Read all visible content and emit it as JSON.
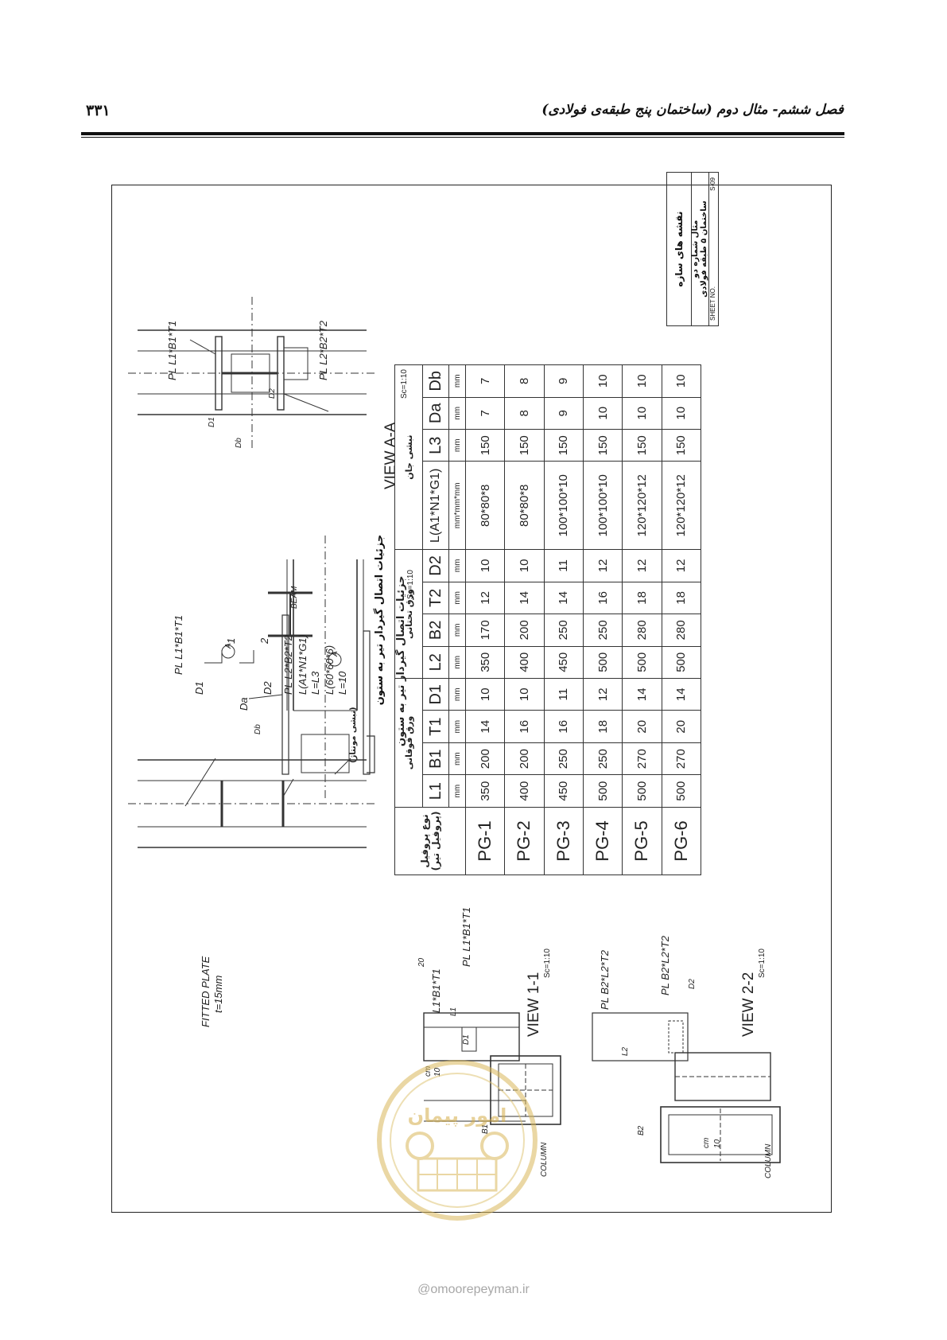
{
  "header": {
    "title": "فصل ششم- مثال دوم (ساختمان پنج طبقه‌ی فولادی)",
    "page_number": "۳۳۱"
  },
  "drawing": {
    "main_title": "جزئیات اتصال گیردار تیر به ستون",
    "main_scale": "Sc=1:10",
    "beam": "BEAM",
    "fitted_plate": "FITTED PLATE",
    "fitted_thk": "t=15mm",
    "pl_top": "PL L1*B1*T1",
    "pl_bot": "PL L2*B2*T2",
    "angle": "L(A1*N1*G1)",
    "angle_len": "L=L3",
    "erection": "L(60*60*6)",
    "erection_len": "L=10",
    "erection_note": "(نبشی مونتاژ)",
    "d1": "D1",
    "d2": "D2",
    "da": "Da",
    "db": "Db",
    "sec1": "1",
    "sec2": "2",
    "secA": "A",
    "view_aa": "VIEW A-A",
    "view_11": "VIEW 1-1",
    "view_22": "VIEW 2-2",
    "view_scale": "Sc=1:10",
    "column": "COLUMN",
    "dim_20": "20",
    "dim_10": "10",
    "dim_cm": "cm",
    "dim_L1": "L1",
    "dim_L2": "L2",
    "dim_B1": "B1",
    "dim_B2": "B2",
    "v11_pl": "L1*B1*T1",
    "v22_pl": "PL B2*L2*T2",
    "v22_pl2": "PL B2*L2*T2"
  },
  "table": {
    "title": "جزئیات اتصال گیردار تیر به ستون",
    "group_profile": "نوع پروفیل (پروفیل تیر)",
    "group_top": "ورق فوقانی",
    "group_bot": "ورق تحتانی",
    "group_angle": "نبشی جان",
    "columns": [
      "L1",
      "B1",
      "T1",
      "D1",
      "L2",
      "B2",
      "T2",
      "D2",
      "L(A1*N1*G1)",
      "L3",
      "Da",
      "Db"
    ],
    "units": [
      "mm",
      "mm",
      "mm",
      "mm",
      "mm",
      "mm",
      "mm",
      "mm",
      "mm*mm*mm",
      "mm",
      "mm",
      "mm"
    ],
    "rows": [
      {
        "name": "PG-1",
        "vals": [
          "350",
          "200",
          "14",
          "10",
          "350",
          "170",
          "12",
          "10",
          "80*80*8",
          "150",
          "7",
          "7"
        ]
      },
      {
        "name": "PG-2",
        "vals": [
          "400",
          "200",
          "16",
          "10",
          "400",
          "200",
          "14",
          "10",
          "80*80*8",
          "150",
          "8",
          "8"
        ]
      },
      {
        "name": "PG-3",
        "vals": [
          "450",
          "250",
          "16",
          "11",
          "450",
          "250",
          "14",
          "11",
          "100*100*10",
          "150",
          "9",
          "9"
        ]
      },
      {
        "name": "PG-4",
        "vals": [
          "500",
          "250",
          "18",
          "12",
          "500",
          "250",
          "16",
          "12",
          "100*100*10",
          "150",
          "10",
          "10"
        ]
      },
      {
        "name": "PG-5",
        "vals": [
          "500",
          "270",
          "20",
          "14",
          "500",
          "280",
          "18",
          "12",
          "120*120*12",
          "150",
          "10",
          "10"
        ]
      },
      {
        "name": "PG-6",
        "vals": [
          "500",
          "270",
          "20",
          "14",
          "500",
          "280",
          "18",
          "12",
          "120*120*12",
          "150",
          "10",
          "10"
        ]
      }
    ]
  },
  "title_block": {
    "line1": "نقشه های سازه",
    "line2": "مثال شماره دو",
    "line3": "ساختمان ۵ طبقه فولادی",
    "sheet_label": "SHEET NO.",
    "sheet_no": "S-09"
  },
  "watermark": {
    "text": "@omoorepeyman.ir",
    "seal_text": "امور پیمان"
  }
}
